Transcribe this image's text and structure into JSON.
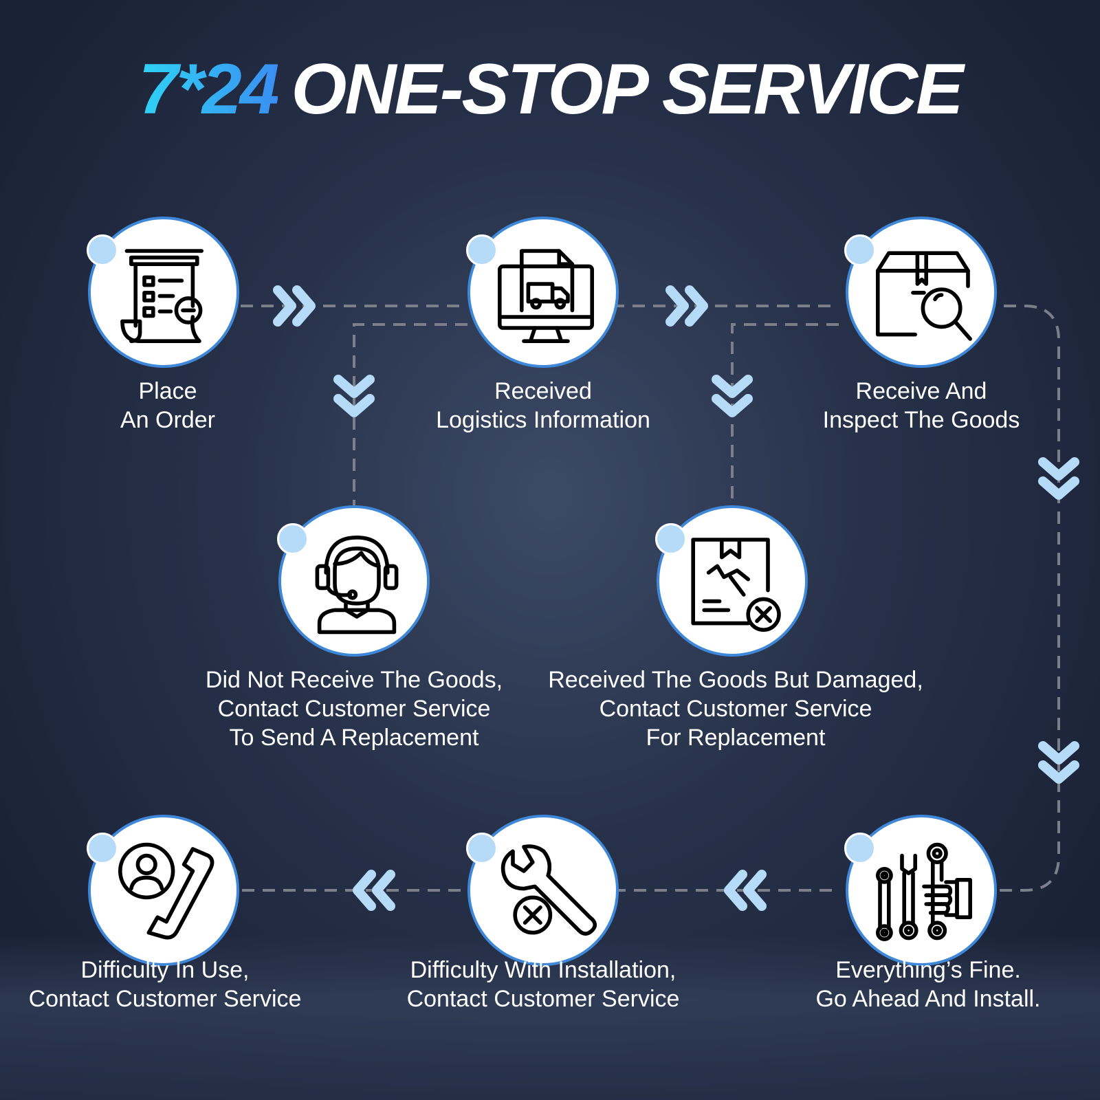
{
  "title": {
    "accent": "7*24",
    "main": "ONE-STOP SERVICE"
  },
  "colors": {
    "accent_start": "#2fd3f6",
    "accent_end": "#3a8ff2",
    "ring": "#3f88d9",
    "arrow": "#b6dbf8",
    "dash": "#7a7f89",
    "background": "#1f2940"
  },
  "steps": [
    {
      "icon": "receipt-order-icon",
      "lines": [
        "Place",
        "An Order"
      ]
    },
    {
      "icon": "computer-truck-document-icon",
      "lines": [
        "Received",
        "Logistics Information"
      ]
    },
    {
      "icon": "box-magnifier-icon",
      "lines": [
        "Receive And",
        "Inspect The Goods"
      ]
    },
    {
      "icon": "customer-service-headset-icon",
      "lines": [
        "Did Not Receive The Goods,",
        "Contact Customer Service",
        "To Send A Replacement"
      ]
    },
    {
      "icon": "damaged-box-icon",
      "lines": [
        "Received The Goods But Damaged,",
        "Contact Customer Service",
        "For Replacement"
      ]
    },
    {
      "icon": "phone-contact-icon",
      "lines": [
        "Difficulty In Use,",
        "Contact Customer Service"
      ]
    },
    {
      "icon": "wrench-error-icon",
      "lines": [
        "Difficulty With Installation,",
        "Contact Customer Service"
      ]
    },
    {
      "icon": "tools-in-hand-icon",
      "lines": [
        "Everything’s Fine.",
        "Go Ahead And Install."
      ]
    }
  ]
}
